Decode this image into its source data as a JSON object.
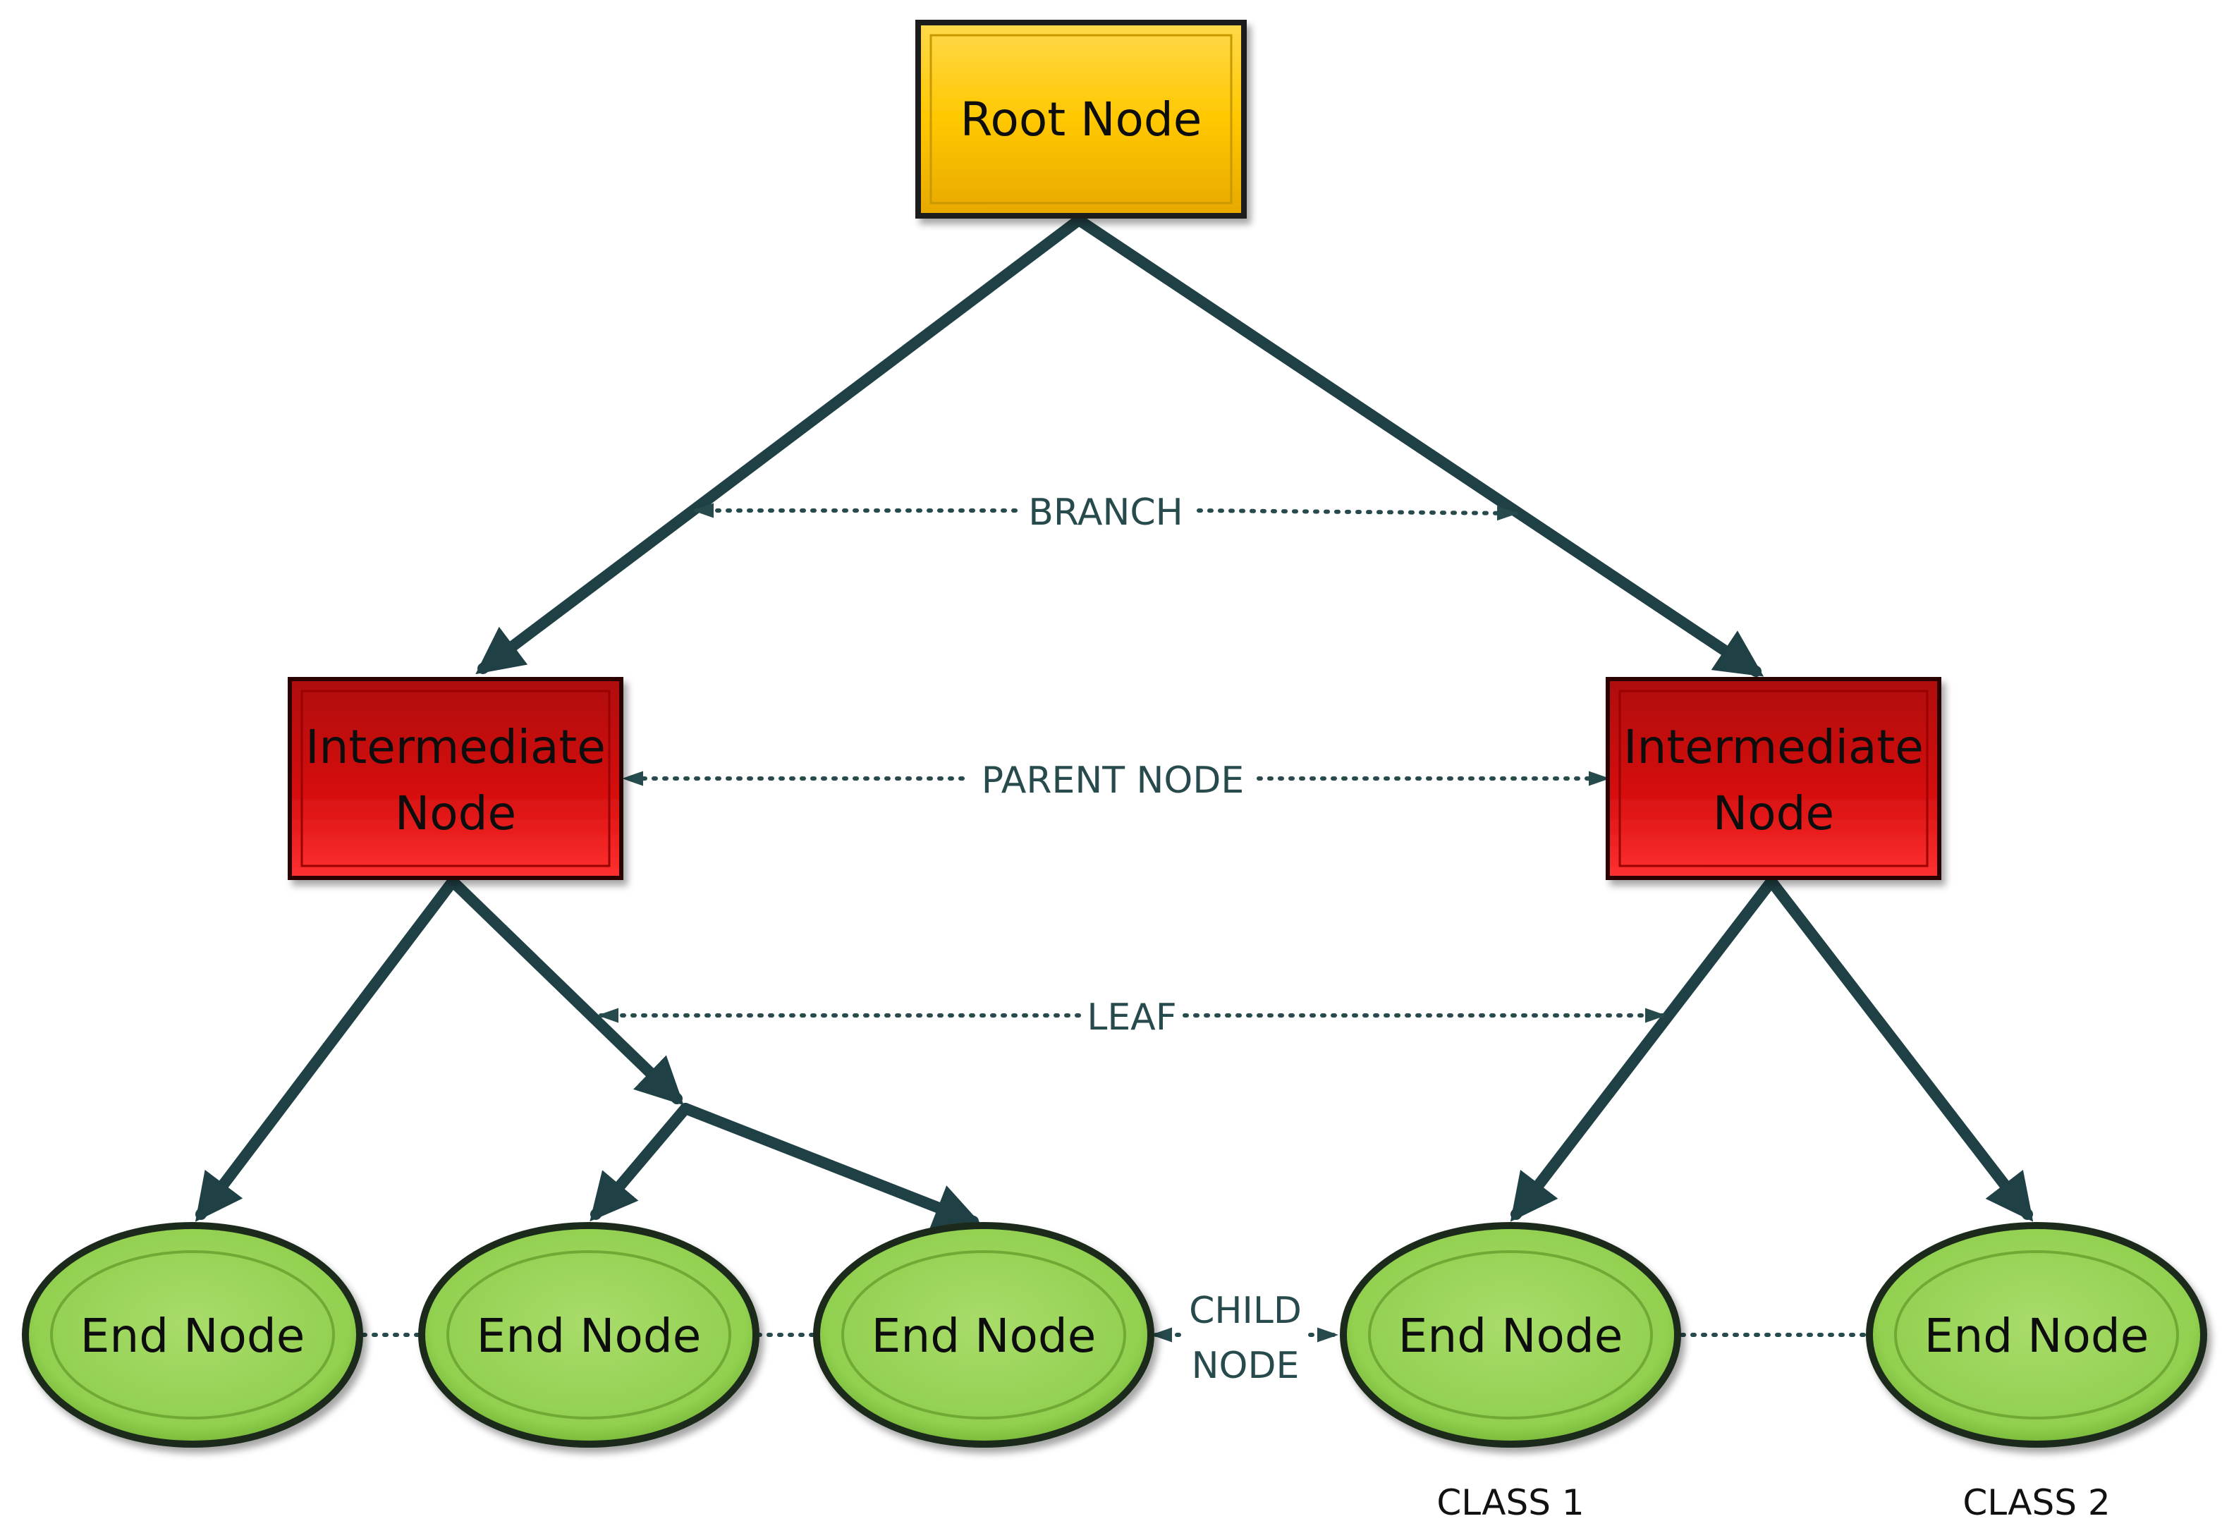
{
  "nodes": {
    "root": {
      "label": "Root Node"
    },
    "intermediate_left": {
      "line1": "Intermediate",
      "line2": "Node"
    },
    "intermediate_right": {
      "line1": "Intermediate",
      "line2": "Node"
    },
    "end_1": {
      "label": "End Node"
    },
    "end_2": {
      "label": "End Node"
    },
    "end_3": {
      "label": "End Node"
    },
    "end_4": {
      "label": "End Node"
    },
    "end_5": {
      "label": "End Node"
    }
  },
  "annotations": {
    "branch": "BRANCH",
    "parent_node": "PARENT NODE",
    "leaf": "LEAF",
    "child_node_line1": "CHILD",
    "child_node_line2": "NODE"
  },
  "class_labels": {
    "class_1": "CLASS 1",
    "class_2": "CLASS 2"
  },
  "colors": {
    "edge": "#1f4044",
    "root_fill": "#ffc800",
    "intermediate_fill": "#d40d0d",
    "end_fill": "#92d050",
    "annotation": "#274a4c"
  }
}
